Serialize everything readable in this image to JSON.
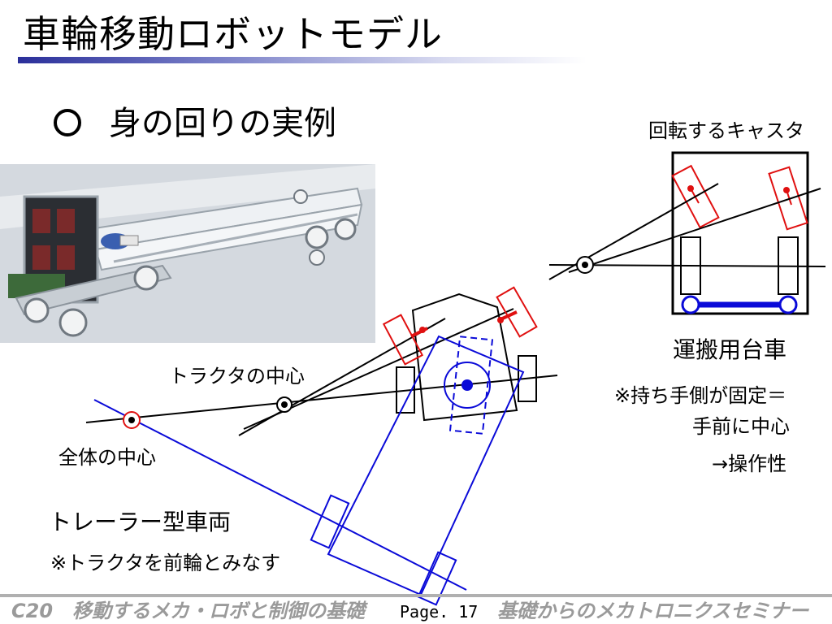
{
  "title": "車輪移動ロボットモデル",
  "bullet": "身の回りの実例",
  "labels": {
    "caster": "回転するキャスタ",
    "cart": "運搬用台車",
    "note_line1": "※持ち手側が固定＝",
    "note_line2": "手前に中心",
    "note_line3": "→操作性",
    "tractor_center": "トラクタの中心",
    "overall_center": "全体の中心",
    "trailer": "トレーラー型車両",
    "trailer_note": "※トラクタを前輪とみなす"
  },
  "footer": {
    "left": "C20　移動するメカ・ロボと制御の基礎",
    "page": "Page. 17",
    "right": "基礎からのメカトロニクスセミナー"
  },
  "colors": {
    "red": "#e01010",
    "blue": "#0a0ad8",
    "title_bar": "#2a2f9a"
  }
}
